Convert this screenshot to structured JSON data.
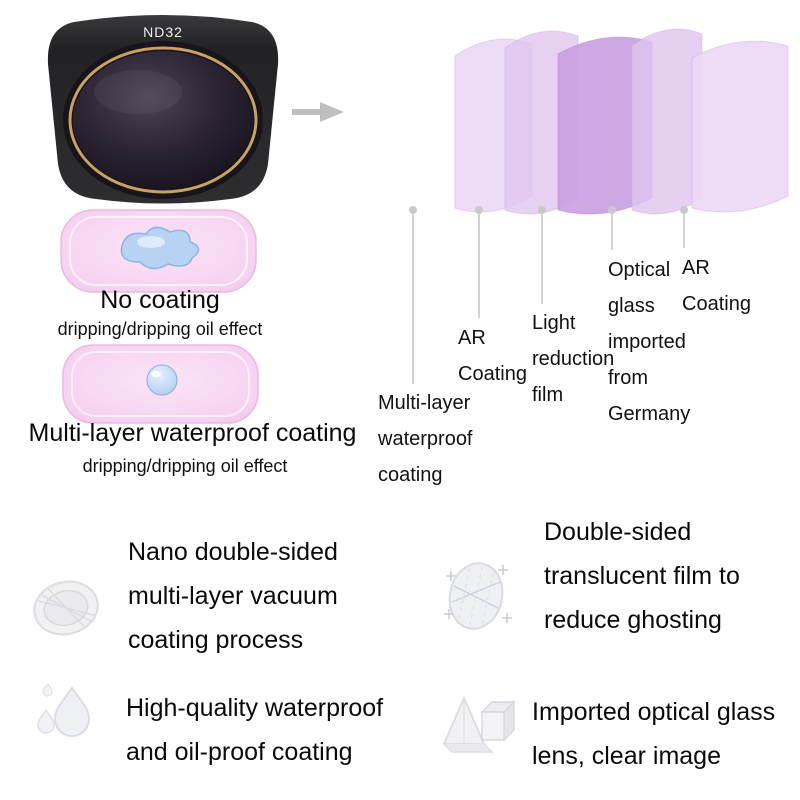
{
  "product": {
    "filter_name": "ND32"
  },
  "exploded_view": {
    "layer_labels": [
      {
        "name": "multi-layer-waterproof-coating",
        "text": "Multi-layer\nwaterproof\ncoating"
      },
      {
        "name": "ar-coating-front",
        "text": "AR\nCoating"
      },
      {
        "name": "light-reduction-film",
        "text": "Light\nreduction\nfilm"
      },
      {
        "name": "optical-glass",
        "text": "Optical\nglass\nimported\nfrom\nGermany"
      },
      {
        "name": "ar-coating-rear",
        "text": "AR\nCoating"
      }
    ]
  },
  "coating_comparison": [
    {
      "title": "No coating",
      "subtitle": "dripping/dripping oil effect"
    },
    {
      "title": "Multi-layer waterproof coating",
      "subtitle": "dripping/dripping oil effect"
    }
  ],
  "features": [
    {
      "icon": "vacuum-coating-disc-icon",
      "text": "Nano double-sided\nmulti-layer vacuum\ncoating process"
    },
    {
      "icon": "translucent-film-icon",
      "text": "Double-sided\ntranslucent film to\nreduce ghosting"
    },
    {
      "icon": "waterproof-drops-icon",
      "text": "High-quality waterproof\nand oil-proof coating"
    },
    {
      "icon": "optical-glass-prism-icon",
      "text": "Imported optical glass\nlens, clear image"
    }
  ],
  "colors": {
    "layer_light": "#e9d6f4",
    "layer_medium": "#dfc4ef",
    "layer_dark": "#c99fe2",
    "pad_pink": "#f6d2f0",
    "water_blue": "#b7d3f3",
    "gold_ring": "#c9a25f",
    "leader_gray": "#d2d2d4",
    "text": "#0a0a0a"
  }
}
